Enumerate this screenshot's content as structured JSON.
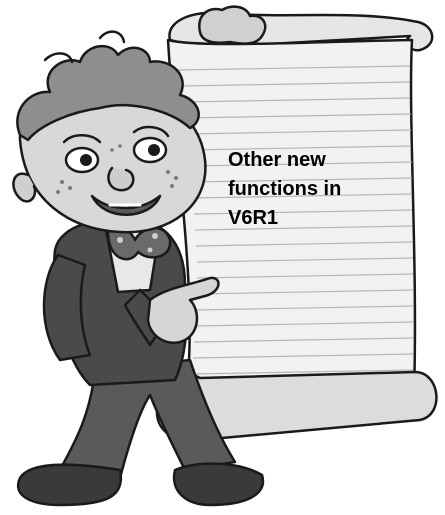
{
  "scroll": {
    "lines": [
      "Other new",
      "functions in",
      "V6R1"
    ]
  },
  "colors": {
    "paper": "#f2f2f2",
    "paper_shadow": "#cfcfcf",
    "ink": "#1a1a1a",
    "suit": "#4a4a4a",
    "skin": "#cfcfcf",
    "hair": "#8e8e8e"
  }
}
